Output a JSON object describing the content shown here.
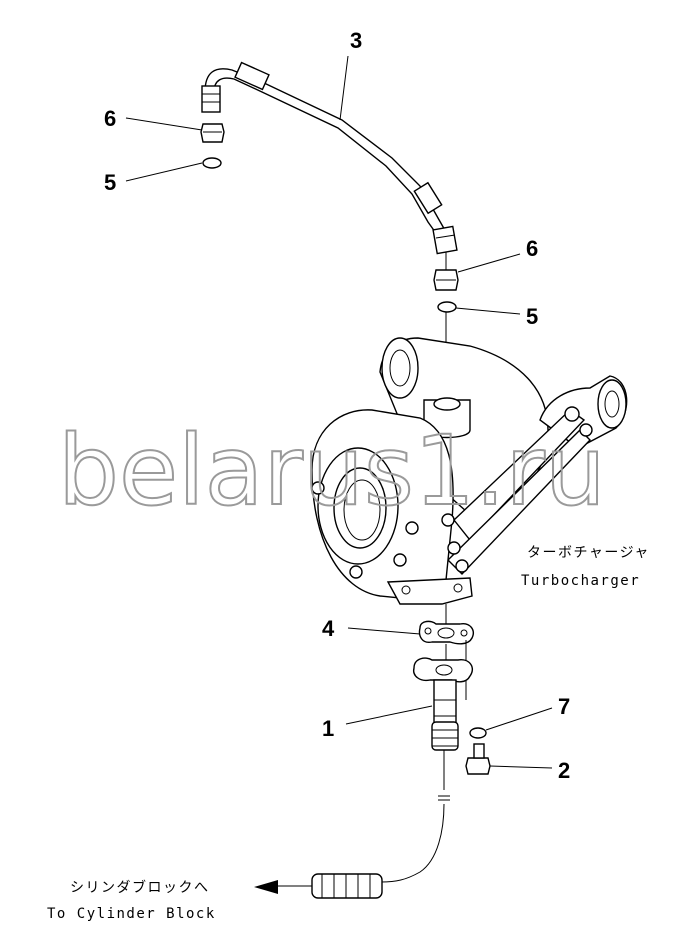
{
  "callouts": {
    "c1": "1",
    "c2": "2",
    "c3": "3",
    "c4": "4",
    "c5a": "5",
    "c5b": "5",
    "c6a": "6",
    "c6b": "6",
    "c7": "7"
  },
  "labels": {
    "turbo_jp": "ターボチャージャ",
    "turbo_en": "Turbocharger",
    "block_jp": "シリンダブロックへ",
    "block_en": "To Cylinder Block"
  },
  "watermark": "belarus1.ru"
}
